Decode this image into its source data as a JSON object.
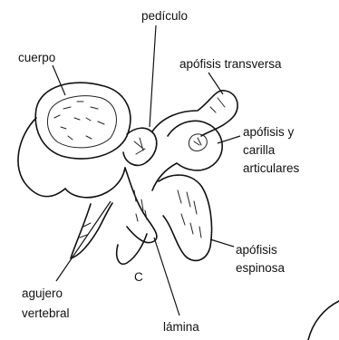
{
  "figure": {
    "labels": {
      "pediculo": "pedículo",
      "cuerpo": "cuerpo",
      "apofisis_transversa": "apófisis transversa",
      "apofisis_articulares_1": "apófisis y",
      "apofisis_articulares_2": "carilla",
      "apofisis_articulares_3": "articulares",
      "apofisis_espinosa_1": "apófisis",
      "apofisis_espinosa_2": "espinosa",
      "agujero_1": "agujero",
      "agujero_2": "vertebral",
      "lamina": "lámina",
      "panel_letter": "C"
    }
  }
}
